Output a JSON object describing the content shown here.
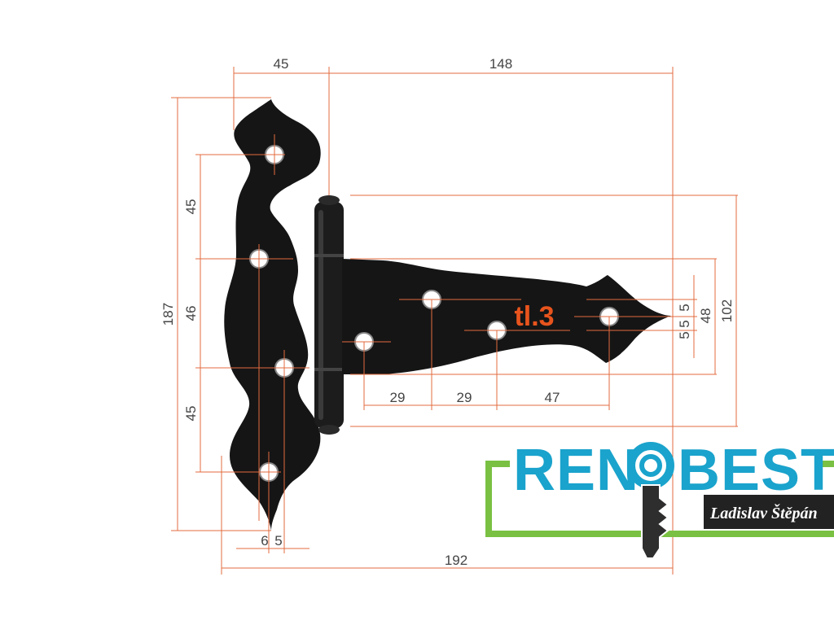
{
  "drawing": {
    "dimensions": {
      "top_left": "45",
      "top_right": "148",
      "left_total": "187",
      "left_upper": "45",
      "left_middle": "46",
      "left_lower": "45",
      "bottom_total": "192",
      "bottom_6": "6",
      "bottom_5": "5",
      "strap_29a": "29",
      "strap_29b": "29",
      "strap_47": "47",
      "right_102": "102",
      "right_48": "48",
      "right_5a": "5",
      "right_5b": "5",
      "right_5c": "5"
    },
    "thickness_label": "tl.3"
  },
  "logo": {
    "brand_left": "REN",
    "brand_right": "BEST",
    "owner": "Ladislav Štěpán",
    "colors": {
      "brand": "#1aa3cc",
      "frame": "#7ac143",
      "key": "#333333"
    }
  },
  "colors": {
    "dimension": "#e36b3f",
    "hinge": "#111111"
  }
}
